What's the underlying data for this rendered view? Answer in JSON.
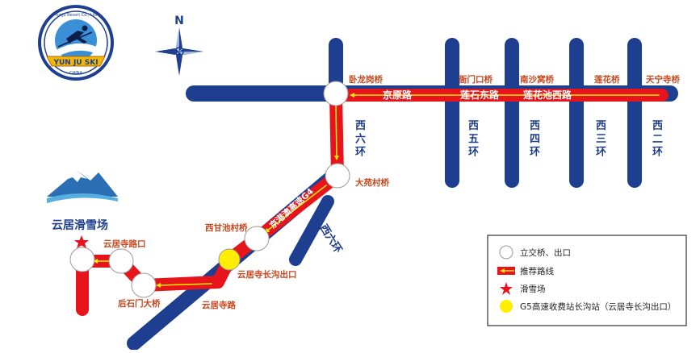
{
  "colors": {
    "road_blue": "#1e3f8f",
    "route_red": "#e8141b",
    "label_orange": "#c9461d",
    "node_white": "#ffffff",
    "toll_yellow": "#ffee00",
    "resort_star": "#e8141b"
  },
  "logo": {
    "top_text": "YunJu Resort Co., Ltd",
    "band_text": "YUN JU SKI",
    "bottom_text": "CHINA"
  },
  "compass": {
    "north_label": "N"
  },
  "resort": {
    "name": "云居滑雪场"
  },
  "labels": {
    "wolonggang": "卧龙岗桥",
    "yamenkou": "衙门口桥",
    "nanshawo": "南沙窝桥",
    "lianhua": "莲花桥",
    "tianning": "天宁寺桥",
    "dayuancun": "大苑村桥",
    "xiganchi": "西甘池村桥",
    "yunjusilukou": "云居寺路口",
    "houshimen": "后石门大桥",
    "yunjusilu": "云居寺路",
    "changgou_exit": "云居寺长沟出口"
  },
  "roads": {
    "jingyuan": "京原路",
    "lianshi_east": "莲石东路",
    "lianhuachi_west": "莲花池西路",
    "xiliuhuan_1": "西六环",
    "xiliuhuan_2": "西六环",
    "xiwuhuan": "西五环",
    "xisihuan": "西四环",
    "xisanhuan": "西三环",
    "xierhuan": "西二环",
    "jinggangao": "京港澳高速G4"
  },
  "legend": {
    "items": [
      {
        "icon": "white-circle-icon",
        "text": "立交桥、出口"
      },
      {
        "icon": "red-arrow-icon",
        "text": "推荐路线"
      },
      {
        "icon": "red-star-icon",
        "text": "滑雪场"
      },
      {
        "icon": "yellow-circle-icon",
        "text": "G5高速收费站长沟站（云居寺长沟出口）"
      }
    ]
  }
}
